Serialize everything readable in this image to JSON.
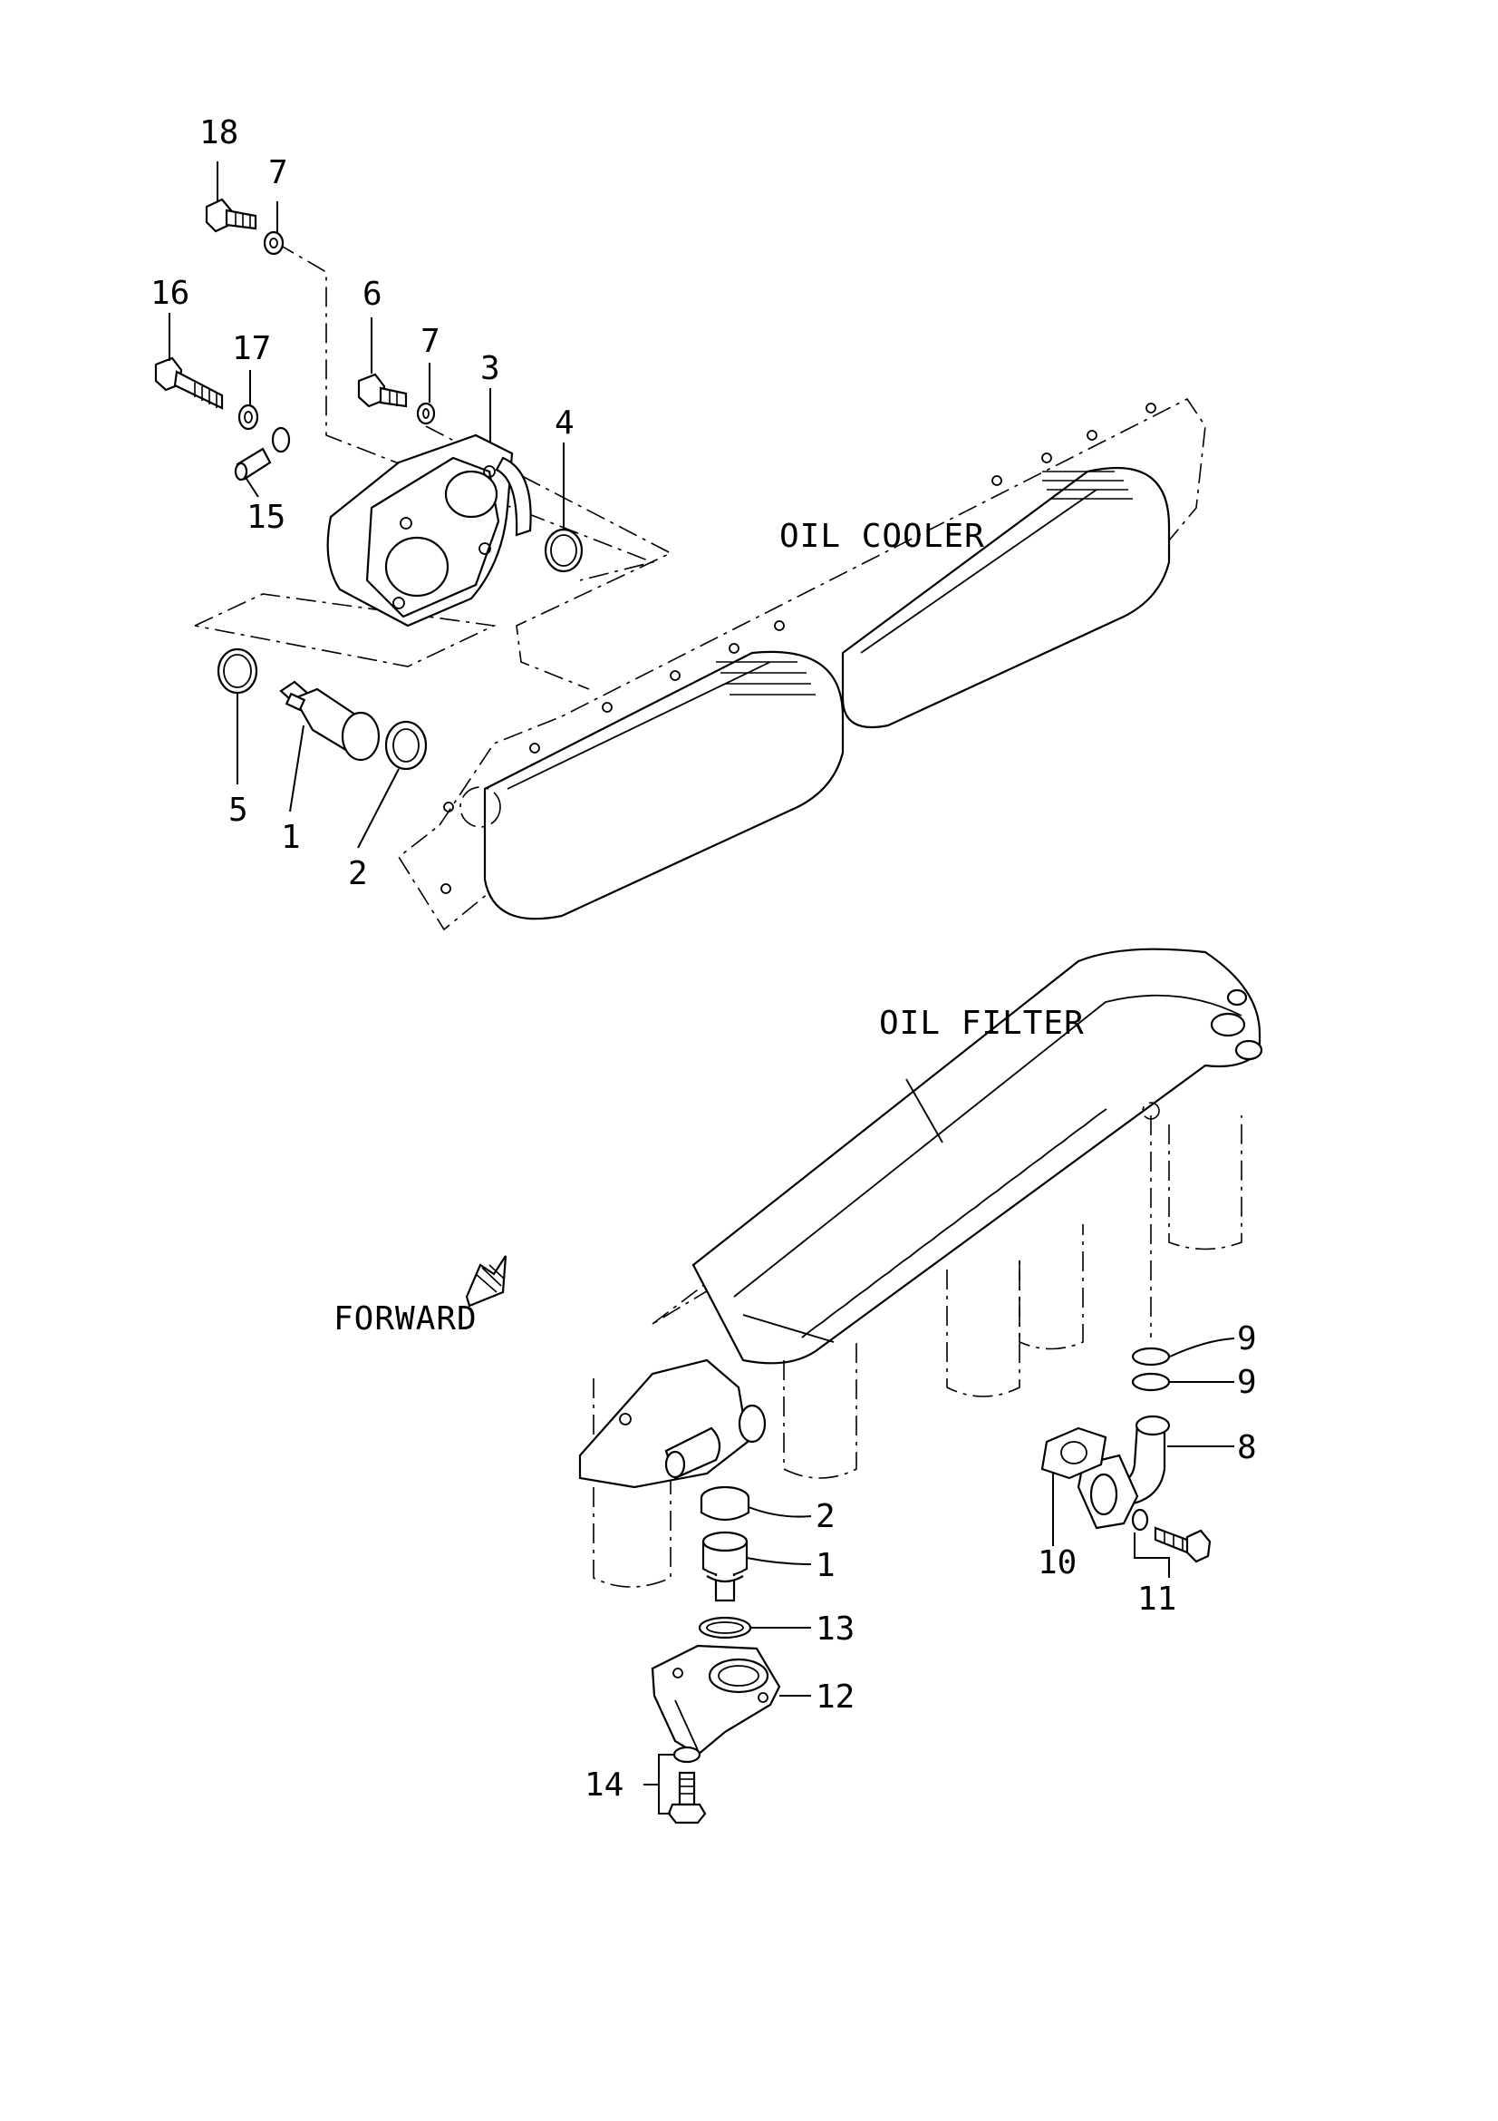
{
  "labels": {
    "oil_cooler": "OIL COOLER",
    "oil_filter": "OIL FILTER",
    "forward": "FORWARD"
  },
  "callouts": {
    "upper": {
      "c18": "18",
      "c7a": "7",
      "c16": "16",
      "c17": "17",
      "c6": "6",
      "c7b": "7",
      "c3": "3",
      "c4": "4",
      "c15": "15",
      "c5": "5",
      "c1": "1",
      "c2": "2"
    },
    "lower": {
      "c9a": "9",
      "c9b": "9",
      "c8": "8",
      "c10": "10",
      "c11": "11",
      "c2": "2",
      "c1": "1",
      "c13": "13",
      "c12": "12",
      "c14": "14"
    }
  },
  "icons": {
    "forward_arrow": "forward-arrow-icon"
  }
}
